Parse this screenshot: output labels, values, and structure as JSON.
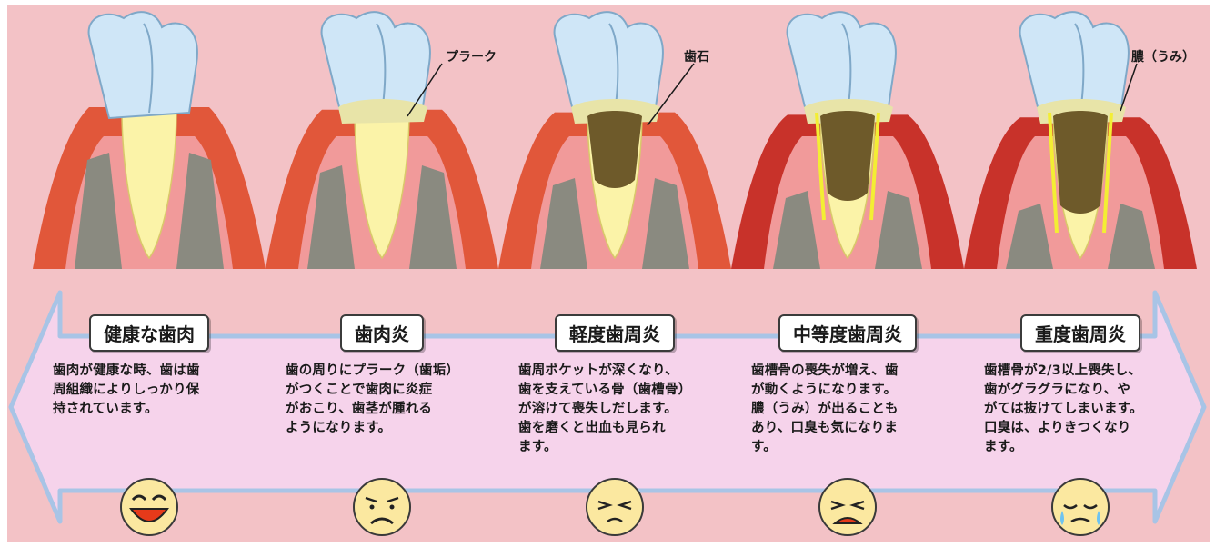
{
  "colors": {
    "background": "#f3c2c6",
    "arrow_fill": "#f6d3eb",
    "arrow_border": "#a8c4e6",
    "gum": "#e1573a",
    "gum_light": "#f19a9a",
    "bone": "#8a8a80",
    "root": "#fbf3a8",
    "enamel": "#cfe6f7",
    "plaque": "#e8e4a8",
    "tartar": "#6e5a2a",
    "pus": "#f3ee33",
    "face": "#fbe8a0"
  },
  "callouts": {
    "plaque": "プラーク",
    "tartar": "歯石",
    "pus": "膿（うみ）"
  },
  "stages": [
    {
      "title": "健康な歯肉",
      "lines": [
        "歯肉が健康な時、歯は歯",
        "周組織によりしっかり保",
        "持されています。"
      ],
      "face": "happy-face-icon"
    },
    {
      "title": "歯肉炎",
      "lines": [
        "歯の周りにプラーク（歯垢）",
        "がつくことで歯肉に炎症",
        "がおこり、歯茎が腫れる",
        "ようになります。"
      ],
      "face": "frowning-face-icon"
    },
    {
      "title": "軽度歯周炎",
      "lines": [
        "歯周ポケットが深くなり、",
        "歯を支えている骨（歯槽骨）",
        "が溶けて喪失しだします。",
        "歯を磨くと出血も見られ",
        "ます。"
      ],
      "face": "pained-face-icon"
    },
    {
      "title": "中等度歯周炎",
      "lines": [
        "歯槽骨の喪失が増え、歯",
        "が動くようになります。",
        "膿（うみ）が出ることも",
        "あり、口臭も気になりま",
        "す。"
      ],
      "face": "distressed-face-icon"
    },
    {
      "title": "重度歯周炎",
      "lines": [
        "歯槽骨が2/3以上喪失し、",
        "歯がグラグラになり、や",
        "がては抜けてしまいます。",
        "口臭は、よりきつくなり",
        "ます。"
      ],
      "face": "crying-face-icon"
    }
  ]
}
